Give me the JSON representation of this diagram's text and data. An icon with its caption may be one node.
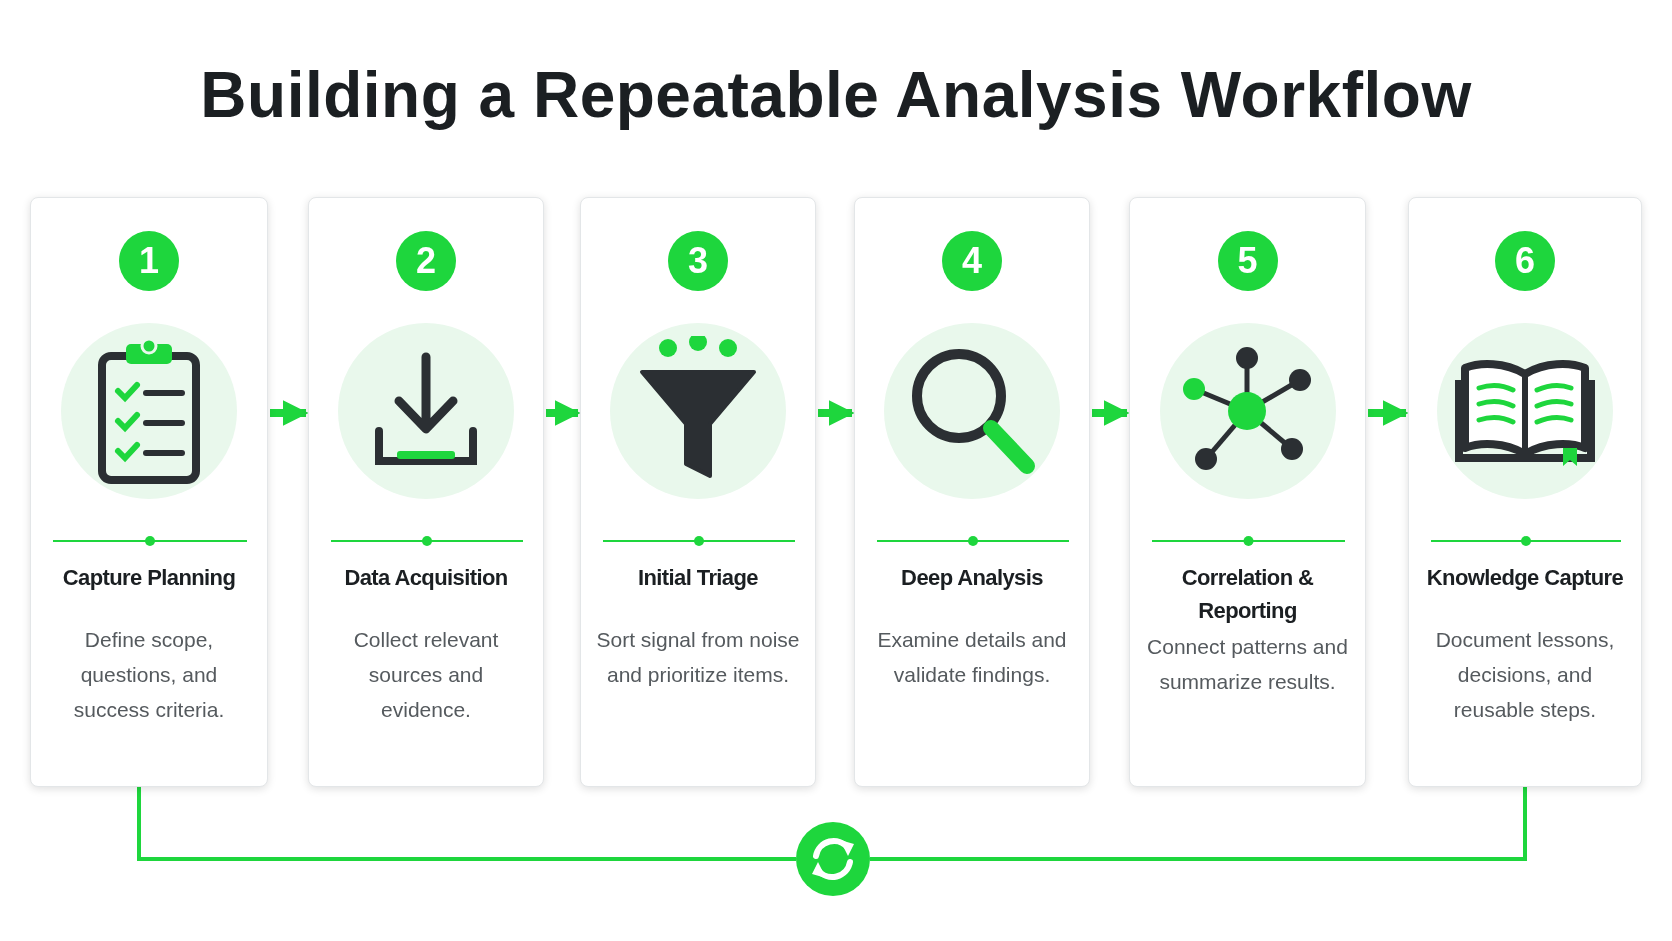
{
  "diagram": {
    "title": "Building a Repeatable Analysis Workflow",
    "nodes": [
      {
        "text": [
          "1",
          "Capture Planning",
          "Define scope, questions, and success criteria."
        ]
      },
      {
        "text": [
          "2",
          "Data Acquisition",
          "Collect relevant sources and evidence."
        ]
      },
      {
        "text": [
          "3",
          "Initial Triage",
          "Sort signal from noise and prioritize items."
        ]
      },
      {
        "text": [
          "4",
          "Deep Analysis",
          "Examine details and validate findings."
        ]
      },
      {
        "text": [
          "5",
          "Correlation & Reporting",
          "Connect patterns and summarize results."
        ]
      },
      {
        "text": [
          "6",
          "Knowledge Capture",
          "Document lessons, decisions, and reusable steps."
        ]
      },
      {
        "text": [],
        "shape": "circle"
      }
    ],
    "edges": [
      {
        "from": 0,
        "to": 1,
        "arrow": "to"
      },
      {
        "from": 1,
        "to": 2,
        "arrow": "to"
      },
      {
        "from": 2,
        "to": 3,
        "arrow": "to"
      },
      {
        "from": 3,
        "to": 4,
        "arrow": "to"
      },
      {
        "from": 4,
        "to": 5,
        "arrow": "to"
      },
      {
        "from": 0,
        "to": 6,
        "arrow": "none"
      },
      {
        "from": 5,
        "to": 6,
        "arrow": "none"
      }
    ]
  }
}
